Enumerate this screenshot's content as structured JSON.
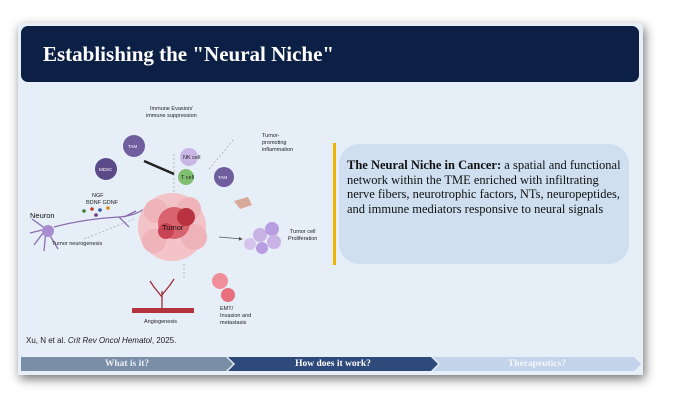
{
  "title": "Establishing the \"Neural Niche\"",
  "figure": {
    "labels": {
      "immune_evasion": "Immune Evasion/",
      "immune_suppression": "immune suppression",
      "tumor_promoting": "Tumor-",
      "tumor_promoting2": "promoting",
      "tumor_promoting3": "inflammation",
      "neuron": "Neuron",
      "tumor_neurogenesis": "Tumor neurogenesis",
      "tumor": "Tumor",
      "tumor_cell_prolif": "Tumor cell",
      "tumor_cell_prolif2": "Proliferation",
      "angiogenesis": "Angiogenesis",
      "emt": "EMT/",
      "emt2": "Invasion and",
      "emt3": "metastasis",
      "tam": "TAM",
      "mdsc": "MDSC",
      "nk_cell": "NK cell",
      "t_cell": "T cell",
      "ngf": "NGF",
      "bdnf": "BDNF  GDNF"
    }
  },
  "citation": {
    "authors": "Xu, N et al.",
    "journal": "Crit Rev Oncol Hematol",
    "year": ", 2025."
  },
  "callout": {
    "term": "The Neural Niche in Cancer:",
    "definition": " a spatial and functional network within the TME enriched with infiltrating nerve fibers, neurotrophic factors, NTs, neuropeptides, and immune mediators responsive to neural signals"
  },
  "nav": {
    "step1": "What is it?",
    "step2": "How does it work?",
    "step3": "Therapeutics?"
  },
  "colors": {
    "title_bar": "#0c1f45",
    "accent": "#f0b400",
    "callout_bg": "#cfdff0",
    "nav_active": "#2e4a7a"
  }
}
